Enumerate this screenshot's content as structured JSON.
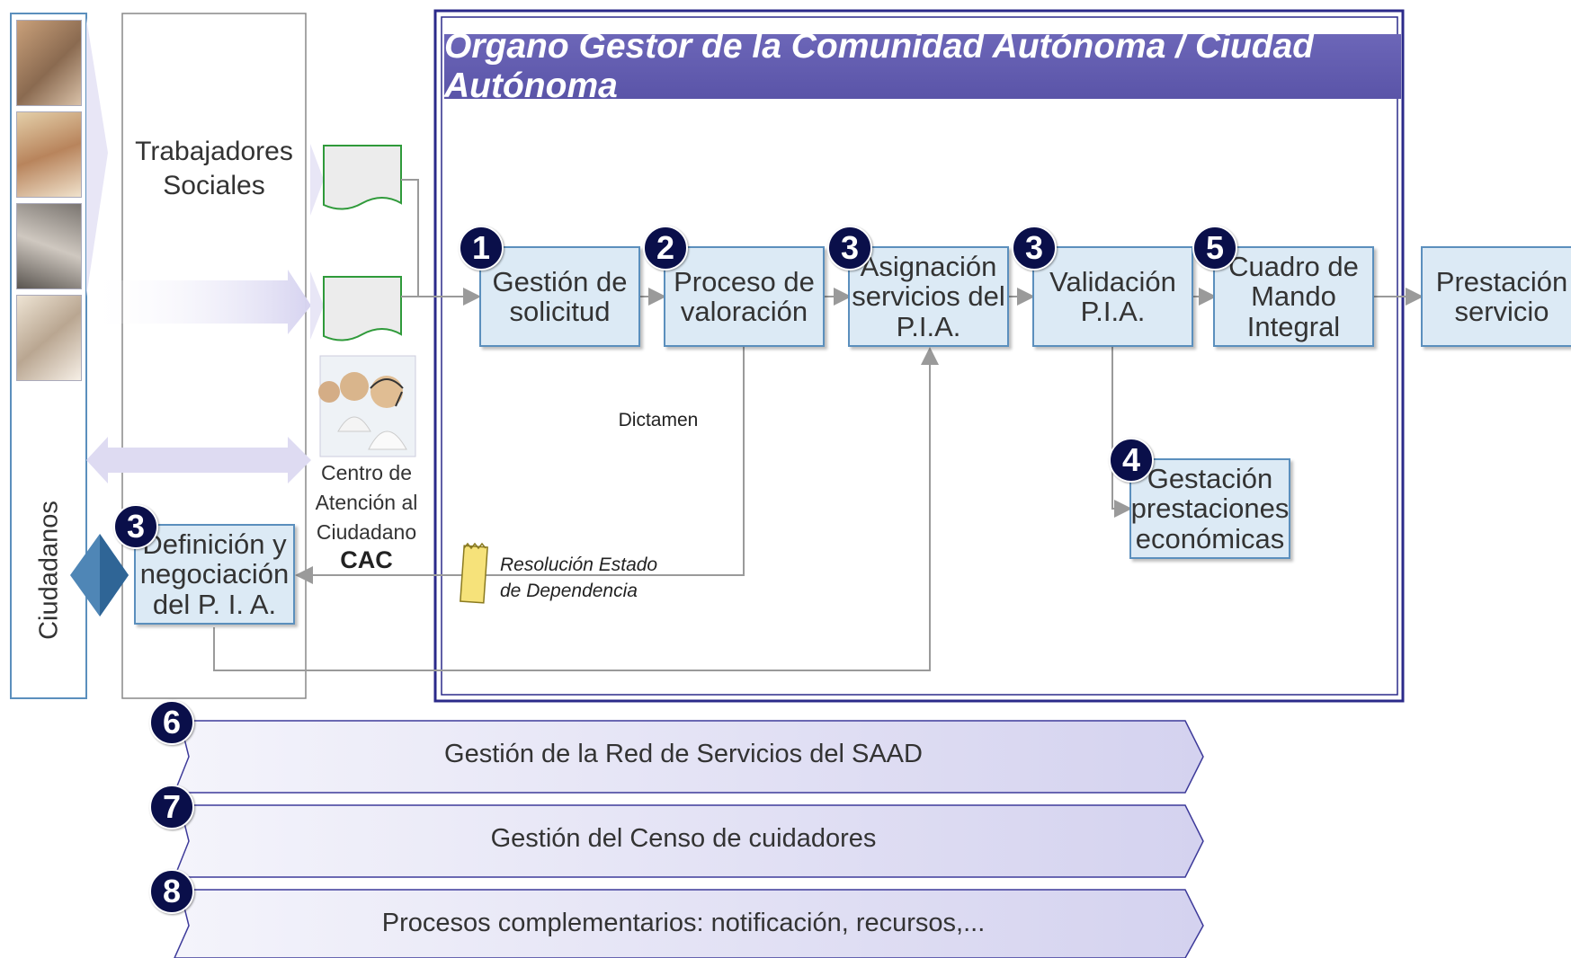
{
  "title": "Órgano Gestor de la Comunidad Autónoma / Ciudad Autónoma",
  "left_labels": {
    "ciudadanos": "Ciudadanos",
    "trabajadores": "Trabajadores\nSociales",
    "cac_name": "Centro de\nAtención al\nCiudadano",
    "cac_abbr": "CAC"
  },
  "process_steps": [
    {
      "badge": "1",
      "label": "Gestión de\nsolicitud"
    },
    {
      "badge": "2",
      "label": "Proceso de\nvaloración"
    },
    {
      "badge": "3",
      "label": "Asignación\nservicios del\nP.I.A."
    },
    {
      "badge": "3",
      "label": "Validación\nP.I.A."
    },
    {
      "badge": "5",
      "label": "Cuadro de\nMando\nIntegral"
    }
  ],
  "prestacion": "Prestación\nservicio",
  "gestacion": {
    "badge": "4",
    "label": "Gestación\nprestaciones\neconómicas"
  },
  "definicion": {
    "badge": "3",
    "label": "Definición y\nnegociación\ndel P. I. A."
  },
  "dictamen": "Dictamen",
  "resolucion": "Resolución  Estado\nde Dependencia",
  "bands": [
    {
      "badge": "6",
      "label": "Gestión de la Red de Servicios del SAAD"
    },
    {
      "badge": "7",
      "label": "Gestión del Censo de cuidadores"
    },
    {
      "badge": "8",
      "label": "Procesos complementarios: notificación, recursos,..."
    }
  ]
}
